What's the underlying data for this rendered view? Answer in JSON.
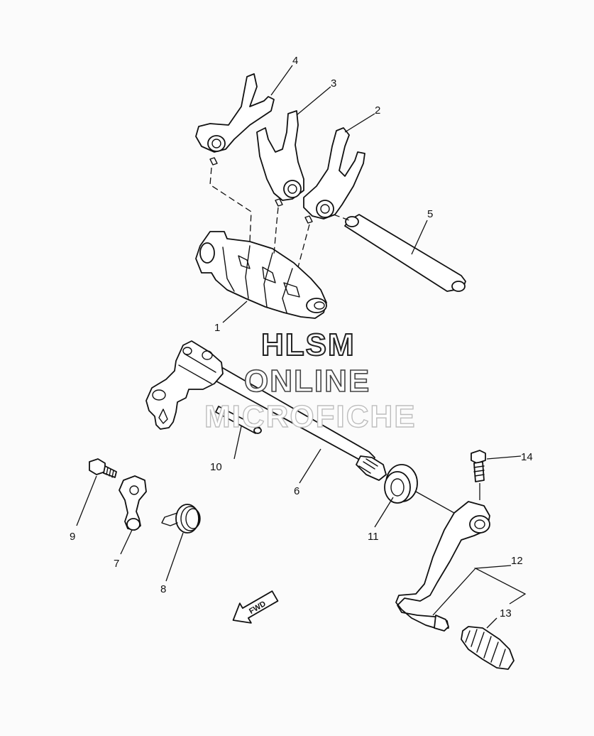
{
  "watermark": {
    "line1": "HLSM",
    "line2": "ONLINE",
    "line3": "MICROFICHE"
  },
  "direction_arrow": {
    "label": "FWD"
  },
  "callouts": [
    {
      "id": "1",
      "part": "shift-drum"
    },
    {
      "id": "2",
      "part": "shift-fork"
    },
    {
      "id": "3",
      "part": "shift-fork"
    },
    {
      "id": "4",
      "part": "shift-fork"
    },
    {
      "id": "5",
      "part": "fork-guide-bar"
    },
    {
      "id": "6",
      "part": "shift-shaft"
    },
    {
      "id": "7",
      "part": "stopper-lever"
    },
    {
      "id": "8",
      "part": "torsion-spring"
    },
    {
      "id": "9",
      "part": "bolt"
    },
    {
      "id": "10",
      "part": "pin"
    },
    {
      "id": "11",
      "part": "oil-seal"
    },
    {
      "id": "12",
      "part": "shift-pedal"
    },
    {
      "id": "13",
      "part": "pedal-rubber"
    },
    {
      "id": "14",
      "part": "bolt"
    }
  ],
  "colors": {
    "line": "#111111",
    "background": "#fbfbfb"
  }
}
